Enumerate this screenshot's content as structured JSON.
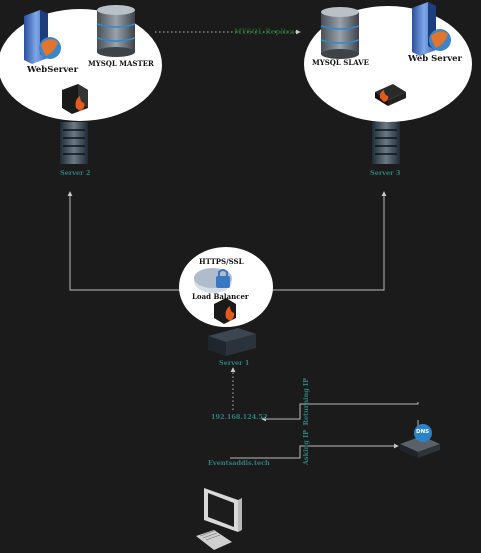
{
  "labels": {
    "web_server_left": "WebServer",
    "mysql_master": "MYSQL MASTER",
    "mysql_replica": "MYSQL Replica",
    "mysql_slave": "MYSQL SLAVE",
    "web_server_right": "Web Server",
    "server2": "Server 2",
    "server3": "Server 3",
    "https_ssl": "HTTPS/SSL",
    "load_balancer": "Load Balancer",
    "server1": "Server 1",
    "ip_address": "192.168.124.52",
    "returning_ip": "Returning IP",
    "asking_ip": "Asking IP",
    "domain": "Eventsaddis.tech",
    "dns": "DNS"
  },
  "colors": {
    "background": "#1b1b1b",
    "connector": "#b9b9b9",
    "label_teal": "#2f7f7a",
    "label_green": "#1f5a27",
    "dns_badge": "#2a82c9",
    "circle_fill": "#ffffff"
  },
  "icons": [
    "web-server-icon",
    "database-icon",
    "firewall-icon",
    "server-rack-icon",
    "load-balancer-icon",
    "router-icon",
    "computer-icon"
  ]
}
